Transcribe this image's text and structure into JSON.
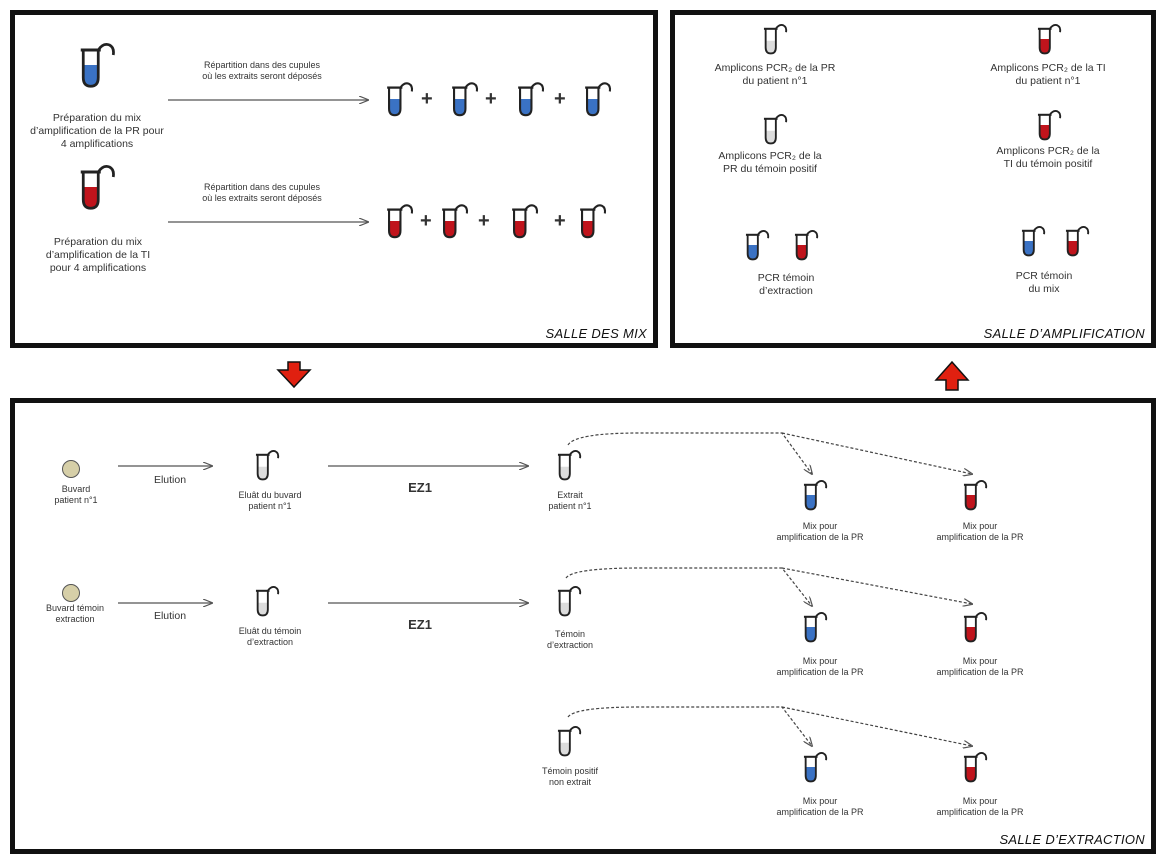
{
  "rooms": {
    "mix": "SALLE DES MIX",
    "amplification": "SALLE D’AMPLIFICATION",
    "extraction": "SALLE D’EXTRACTION"
  },
  "mix_room": {
    "pr_prep": [
      "Préparation du mix",
      "d’amplification de la PR pour",
      "4 amplifications"
    ],
    "ti_prep": [
      "Préparation du mix",
      "d’amplification de la TI",
      "pour 4 amplifications"
    ],
    "repartition": [
      "Répartition dans des cupules",
      "où les extraits seront déposés"
    ],
    "plus": "+"
  },
  "amp_room": {
    "pr_patient": [
      "Amplicons PCR₂ de la PR",
      "du patient n°1"
    ],
    "ti_patient": [
      "Amplicons PCR₂ de la TI",
      "du patient n°1"
    ],
    "pr_temoin": [
      "Amplicons PCR₂ de la",
      "PR du témoin positif"
    ],
    "ti_temoin": [
      "Amplicons PCR₂ de la",
      "TI du témoin positif"
    ],
    "pcr_extraction": [
      "PCR témoin",
      "d’extraction"
    ],
    "pcr_mix": [
      "PCR témoin",
      "du mix"
    ]
  },
  "ext_room": {
    "buvard_patient": [
      "Buvard",
      "patient n°1"
    ],
    "buvard_temoin": [
      "Buvard témoin",
      "extraction"
    ],
    "elution": "Elution",
    "ez1": "EZ1",
    "eluat_patient": [
      "Eluât du buvard",
      "patient n°1"
    ],
    "eluat_temoin": [
      "Eluât du témoin",
      "d’extraction"
    ],
    "extrait_patient": [
      "Extrait",
      "patient n°1"
    ],
    "temoin_extraction": [
      "Témoin",
      "d’extraction"
    ],
    "temoin_positif": [
      "Témoin positif",
      "non extrait"
    ],
    "mix_pr": [
      "Mix pour",
      "amplification de la PR"
    ]
  },
  "colors": {
    "blue": "#3a72c4",
    "red": "#c0141c",
    "grey": "#dcdcdc",
    "border": "#111111",
    "bigarrow": "#e02010"
  }
}
